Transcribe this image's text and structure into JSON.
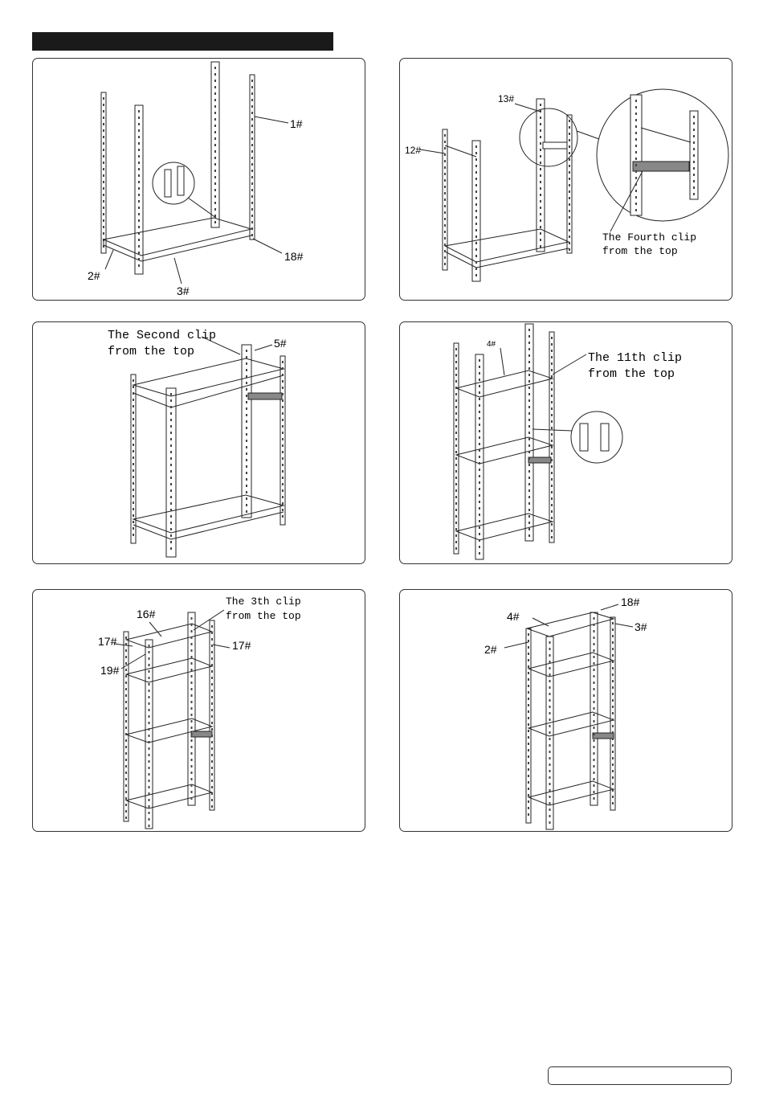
{
  "panels": {
    "p1": {
      "labels": [
        "1#",
        "18#",
        "2#",
        "3#"
      ]
    },
    "p2": {
      "labels": [
        "13#",
        "12#"
      ],
      "note": [
        "The Fourth clip",
        "from the top"
      ]
    },
    "p3": {
      "labels": [
        "5#"
      ],
      "note": [
        "The Second clip",
        "from the top"
      ]
    },
    "p4": {
      "labels": [
        "4#"
      ],
      "note": [
        "The 11th clip",
        "from the top"
      ]
    },
    "p5": {
      "labels": [
        "16#",
        "17#",
        "17#",
        "19#"
      ],
      "note": [
        "The 3th clip",
        "from the top"
      ]
    },
    "p6": {
      "labels": [
        "18#",
        "4#",
        "3#",
        "2#"
      ]
    }
  }
}
